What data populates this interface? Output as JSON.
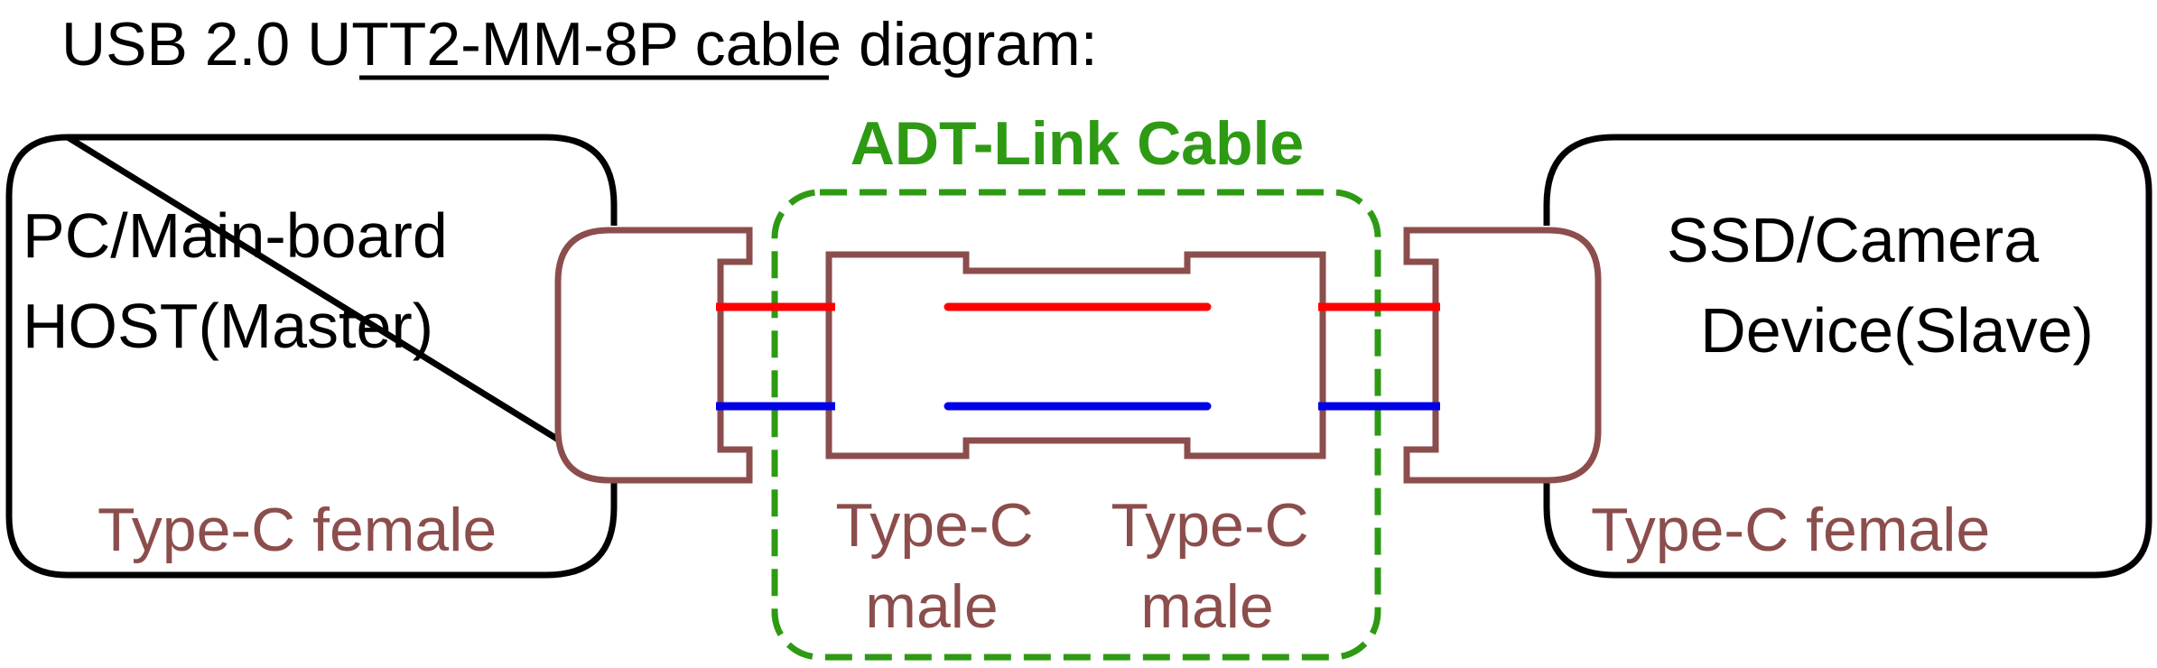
{
  "title": {
    "prefix": "USB 2.0 ",
    "model": "UTT2-MM-8P",
    "suffix": " cable diagram:"
  },
  "cable": {
    "label": "ADT-Link Cable"
  },
  "host": {
    "line1": "PC/Main-board",
    "line2": "HOST(Master)",
    "connector_label": "Type-C female"
  },
  "device": {
    "line1": "SSD/Camera",
    "line2": "Device(Slave)",
    "connector_label": "Type-C female"
  },
  "plug_left": {
    "line1": "Type-C",
    "line2": "male"
  },
  "plug_right": {
    "line1": "Type-C",
    "line2": "male"
  },
  "colors": {
    "connector": "#8b4e4c",
    "cable_outline": "#2e9a14",
    "wire_red": "#ff0000",
    "wire_blue": "#0000e6",
    "box": "#000000"
  }
}
